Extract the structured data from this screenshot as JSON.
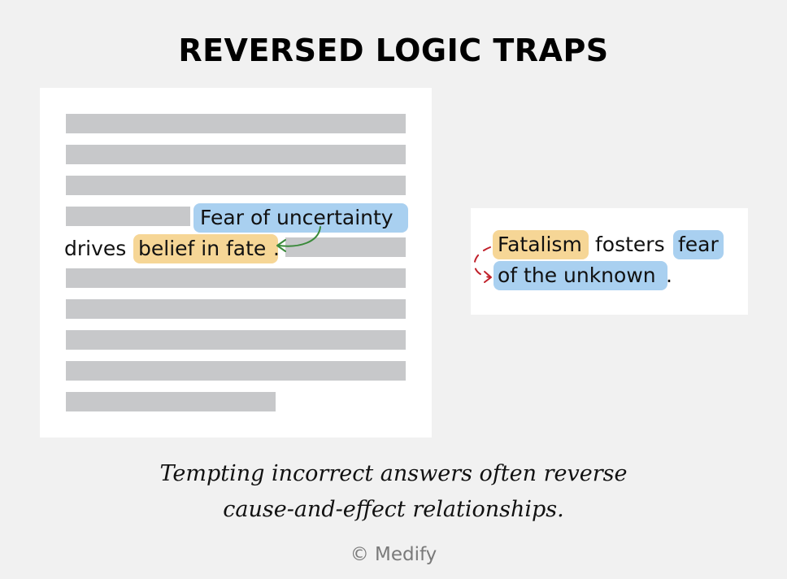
{
  "title": "REVERSED LOGIC TRAPS",
  "passage": {
    "highlight_cause": "Fear of uncertainty",
    "prefix": "drives",
    "highlight_effect": "belief in fate",
    "suffix": "."
  },
  "trap_answer": {
    "highlight_effect": "Fatalism",
    "middle": "fosters",
    "highlight_cause_part1": "fear",
    "highlight_cause_part2": "of the unknown",
    "suffix": "."
  },
  "caption": {
    "line1": "Tempting incorrect answers often reverse",
    "line2": "cause-and-effect relationships."
  },
  "credit": "© Medify",
  "colors": {
    "background": "#f1f1f1",
    "placeholder_bar": "#c7c8ca",
    "highlight_blue": "#a9d0f0",
    "highlight_yellow": "#f6d696",
    "arrow_green": "#3a8a3a",
    "arrow_red": "#c0202a"
  }
}
